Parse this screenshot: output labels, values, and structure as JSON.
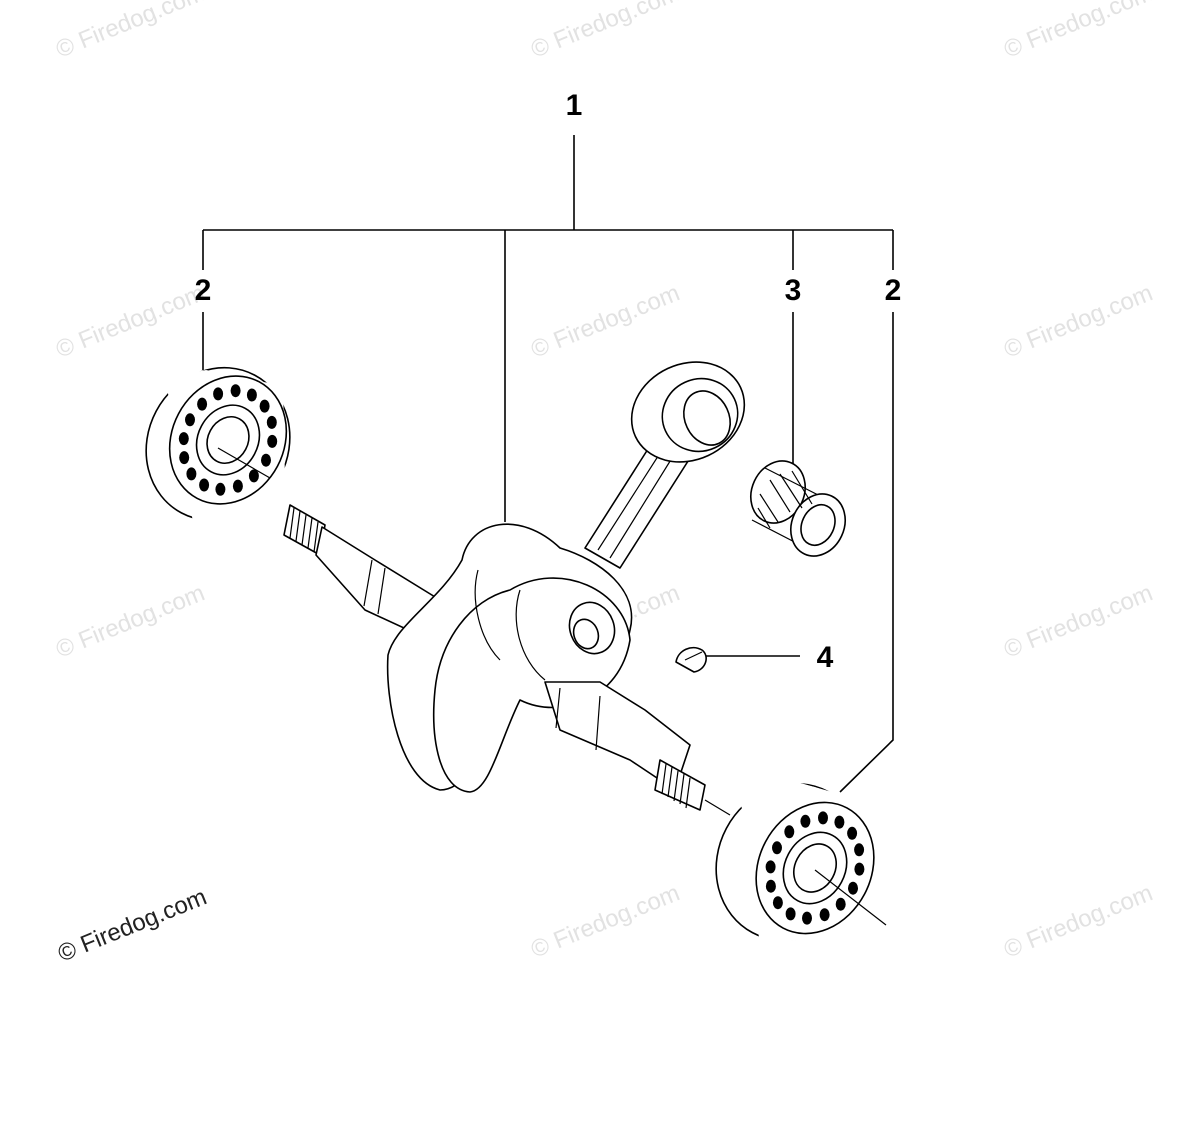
{
  "callouts": {
    "assembly": "1",
    "bearing_left": "2",
    "needle_bearing": "3",
    "bearing_right": "2",
    "woodruff_key": "4"
  },
  "watermark": {
    "text": "© Firedog.com"
  },
  "colors": {
    "line": "#000000",
    "watermark_faint": "#e2e2e2",
    "watermark_dark": "#222222",
    "background": "#ffffff"
  }
}
